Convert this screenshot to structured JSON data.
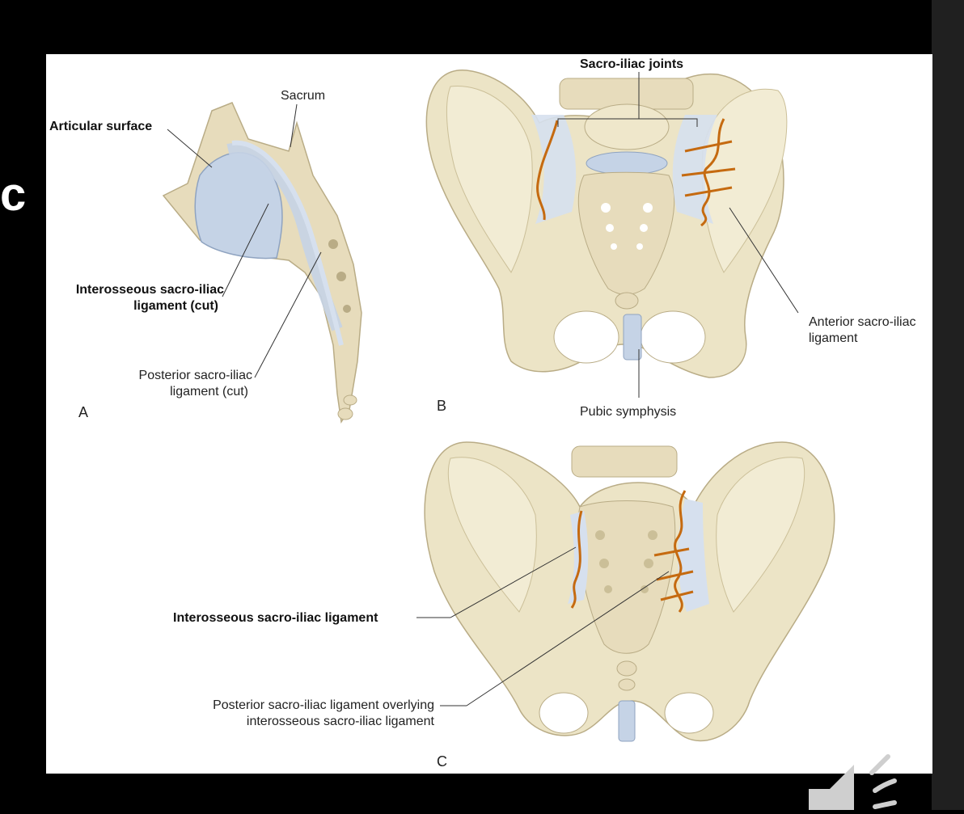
{
  "slide": {
    "left_title_fragment": "c"
  },
  "figure": {
    "panel_A": {
      "letter": "A",
      "sacrum": "Sacrum",
      "articular_surface": "Articular surface",
      "interosseous_line1": "Interosseous sacro-iliac",
      "interosseous_line2": "ligament (cut)",
      "posterior_line1": "Posterior sacro-iliac",
      "posterior_line2": "ligament (cut)"
    },
    "panel_B": {
      "letter": "B",
      "sacroiliac_joints": "Sacro-iliac joints",
      "anterior_line1": "Anterior sacro-iliac",
      "anterior_line2": "ligament",
      "pubic_symphysis": "Pubic symphysis"
    },
    "panel_C": {
      "letter": "C",
      "interosseous": "Interosseous sacro-iliac ligament",
      "posterior_line1": "Posterior sacro-iliac ligament overlying",
      "posterior_line2": "interosseous sacro-iliac ligament"
    }
  },
  "colors": {
    "bone": "#e9e1c2",
    "ligament": "#c6d4e6",
    "annotation": "#c56a10",
    "background": "#000000",
    "panel": "#ffffff"
  },
  "icons": {
    "audio": "speaker-icon"
  }
}
